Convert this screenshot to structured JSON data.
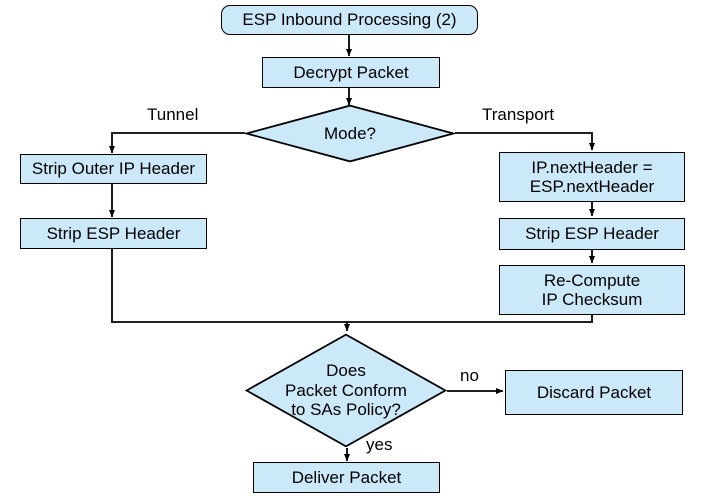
{
  "diagram": {
    "title": "ESP Inbound Processing (2)",
    "type": "flowchart",
    "colors": {
      "node_fill": "#cce9fa",
      "node_stroke": "#000000",
      "background": "#ffffff",
      "text": "#000000"
    },
    "nodes": [
      {
        "id": "start",
        "shape": "terminator",
        "label": "ESP Inbound Processing (2)"
      },
      {
        "id": "decrypt",
        "shape": "process",
        "label": "Decrypt Packet"
      },
      {
        "id": "mode",
        "shape": "decision",
        "label": "Mode?"
      },
      {
        "id": "strip_outer",
        "shape": "process",
        "label": "Strip Outer IP Header"
      },
      {
        "id": "strip_esp_l",
        "shape": "process",
        "label": "Strip ESP Header"
      },
      {
        "id": "nextheader",
        "shape": "process",
        "label": "IP.nextHeader =\nESP.nextHeader"
      },
      {
        "id": "strip_esp_r",
        "shape": "process",
        "label": "Strip ESP Header"
      },
      {
        "id": "recompute",
        "shape": "process",
        "label": "Re-Compute\nIP Checksum"
      },
      {
        "id": "conform",
        "shape": "decision",
        "label": "Does\nPacket Conform\nto SAs Policy?"
      },
      {
        "id": "discard",
        "shape": "process",
        "label": "Discard Packet"
      },
      {
        "id": "deliver",
        "shape": "process",
        "label": "Deliver Packet"
      }
    ],
    "edge_labels": {
      "tunnel": "Tunnel",
      "transport": "Transport",
      "no": "no",
      "yes": "yes"
    },
    "edges": [
      {
        "from": "start",
        "to": "decrypt",
        "label": ""
      },
      {
        "from": "decrypt",
        "to": "mode",
        "label": ""
      },
      {
        "from": "mode",
        "to": "strip_outer",
        "label": "Tunnel"
      },
      {
        "from": "mode",
        "to": "nextheader",
        "label": "Transport"
      },
      {
        "from": "strip_outer",
        "to": "strip_esp_l",
        "label": ""
      },
      {
        "from": "nextheader",
        "to": "strip_esp_r",
        "label": ""
      },
      {
        "from": "strip_esp_r",
        "to": "recompute",
        "label": ""
      },
      {
        "from": "strip_esp_l",
        "to": "conform",
        "label": ""
      },
      {
        "from": "recompute",
        "to": "conform",
        "label": ""
      },
      {
        "from": "conform",
        "to": "discard",
        "label": "no"
      },
      {
        "from": "conform",
        "to": "deliver",
        "label": "yes"
      }
    ]
  }
}
